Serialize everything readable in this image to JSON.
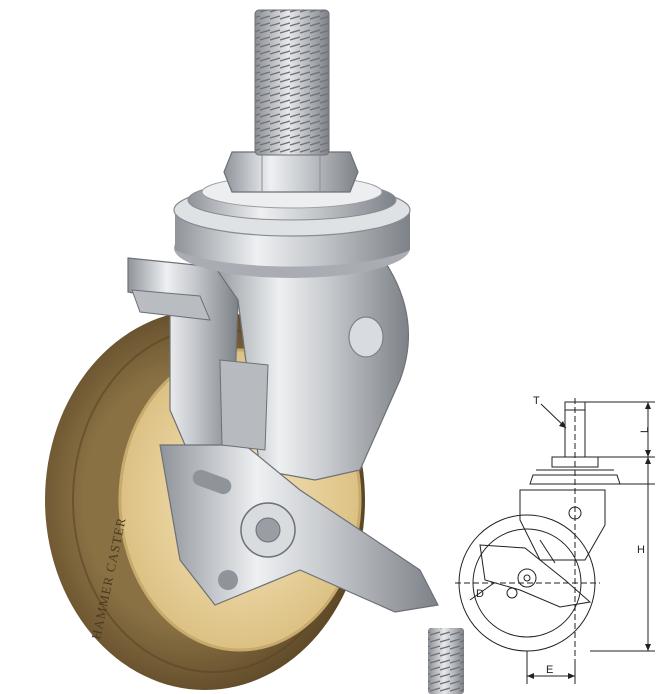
{
  "photo": {
    "wheel_imprint": "HAMMER CASTER",
    "colors": {
      "tread": "#7a6238",
      "tread_dark": "#5b4626",
      "hub": "#efd9a6",
      "steel": "#c9ccd0",
      "steel_dark": "#8e9298"
    }
  },
  "drawing": {
    "labels": {
      "T": "T",
      "L": "L",
      "H": "H",
      "D": "D",
      "E": "E"
    }
  }
}
